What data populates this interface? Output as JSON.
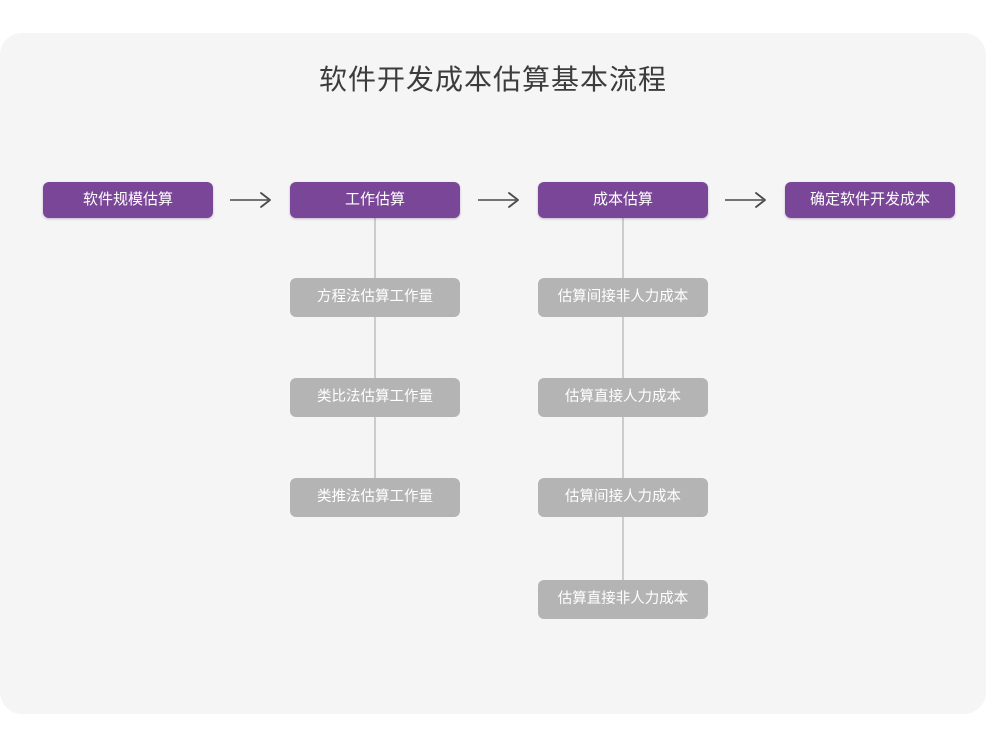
{
  "diagram": {
    "title": "软件开发成本估算基本流程",
    "colors": {
      "background": "#ffffff",
      "card": "#f5f5f5",
      "primary_node": "#7a4798",
      "sub_node": "#b4b4b4",
      "connector": "#cccccc",
      "arrow": "#4a4a4a",
      "title_text": "#3c3c3c",
      "node_text": "#ffffff"
    },
    "main_flow": [
      {
        "id": "step-1",
        "label": "软件规模估算"
      },
      {
        "id": "step-2",
        "label": "工作估算"
      },
      {
        "id": "step-3",
        "label": "成本估算"
      },
      {
        "id": "step-4",
        "label": "确定软件开发成本"
      }
    ],
    "arrows": [
      {
        "id": "arrow-1",
        "glyph": "arrow-right-icon"
      },
      {
        "id": "arrow-2",
        "glyph": "arrow-right-icon"
      },
      {
        "id": "arrow-3",
        "glyph": "arrow-right-icon"
      }
    ],
    "branches": [
      {
        "parent": "工作估算",
        "items": [
          "方程法估算工作量",
          "类比法估算工作量",
          "类推法估算工作量"
        ]
      },
      {
        "parent": "成本估算",
        "items": [
          "估算间接非人力成本",
          "估算直接人力成本",
          "估算间接人力成本",
          "估算直接非人力成本"
        ]
      }
    ]
  },
  "chart_data": {
    "type": "diagram",
    "title": "软件开发成本估算基本流程",
    "nodes": [
      {
        "id": "n1",
        "label": "软件规模估算",
        "level": "main",
        "column": 1
      },
      {
        "id": "n2",
        "label": "工作估算",
        "level": "main",
        "column": 2
      },
      {
        "id": "n3",
        "label": "成本估算",
        "level": "main",
        "column": 3
      },
      {
        "id": "n4",
        "label": "确定软件开发成本",
        "level": "main",
        "column": 4
      },
      {
        "id": "n2a",
        "label": "方程法估算工作量",
        "level": "sub",
        "column": 2
      },
      {
        "id": "n2b",
        "label": "类比法估算工作量",
        "level": "sub",
        "column": 2
      },
      {
        "id": "n2c",
        "label": "类推法估算工作量",
        "level": "sub",
        "column": 2
      },
      {
        "id": "n3a",
        "label": "估算间接非人力成本",
        "level": "sub",
        "column": 3
      },
      {
        "id": "n3b",
        "label": "估算直接人力成本",
        "level": "sub",
        "column": 3
      },
      {
        "id": "n3c",
        "label": "估算间接人力成本",
        "level": "sub",
        "column": 3
      },
      {
        "id": "n3d",
        "label": "估算直接非人力成本",
        "level": "sub",
        "column": 3
      }
    ],
    "edges": [
      {
        "from": "n1",
        "to": "n2",
        "style": "arrow"
      },
      {
        "from": "n2",
        "to": "n3",
        "style": "arrow"
      },
      {
        "from": "n3",
        "to": "n4",
        "style": "arrow"
      },
      {
        "from": "n2",
        "to": "n2a",
        "style": "line"
      },
      {
        "from": "n2a",
        "to": "n2b",
        "style": "line"
      },
      {
        "from": "n2b",
        "to": "n2c",
        "style": "line"
      },
      {
        "from": "n3",
        "to": "n3a",
        "style": "line"
      },
      {
        "from": "n3a",
        "to": "n3b",
        "style": "line"
      },
      {
        "from": "n3b",
        "to": "n3c",
        "style": "line"
      },
      {
        "from": "n3c",
        "to": "n3d",
        "style": "line"
      }
    ]
  }
}
